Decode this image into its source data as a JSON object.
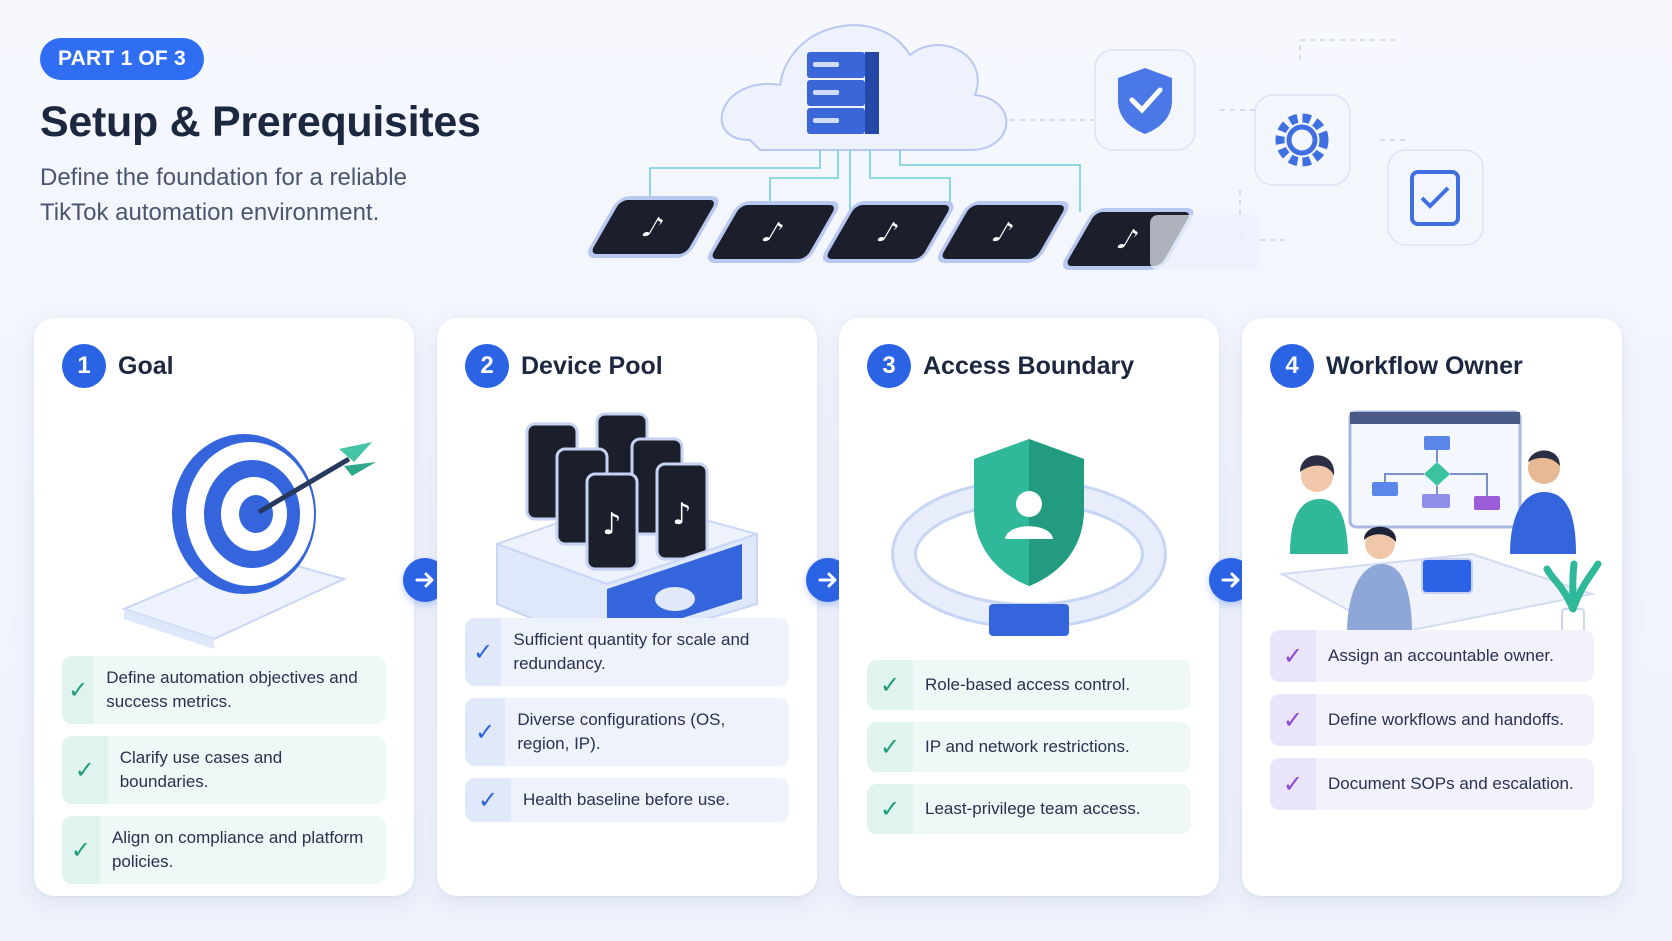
{
  "header": {
    "badge": "PART 1 OF 3",
    "title": "Setup & Prerequisites",
    "subtitle": "Define the foundation for a reliable TikTok automation environment."
  },
  "steps": [
    {
      "number": "1",
      "title": "Goal",
      "icon": "target-icon",
      "items": [
        "Define automation objectives and success metrics.",
        "Clarify use cases and boundaries.",
        "Align on compliance and platform policies."
      ]
    },
    {
      "number": "2",
      "title": "Device Pool",
      "icon": "device-pool-icon",
      "items": [
        "Sufficient quantity for scale and redundancy.",
        "Diverse configurations (OS, region, IP).",
        "Health baseline before use."
      ]
    },
    {
      "number": "3",
      "title": "Access Boundary",
      "icon": "shield-user-icon",
      "items": [
        "Role-based access control.",
        "IP and network restrictions.",
        "Least-privilege team access."
      ]
    },
    {
      "number": "4",
      "title": "Workflow Owner",
      "icon": "team-workflow-icon",
      "items": [
        "Assign an accountable owner.",
        "Define workflows and handoffs.",
        "Document SOPs and escalation."
      ]
    }
  ],
  "colors": {
    "accent": "#2b63e5",
    "check_green": "#1f9d79",
    "check_blue": "#2d63d8",
    "check_purple": "#8d45d8"
  }
}
